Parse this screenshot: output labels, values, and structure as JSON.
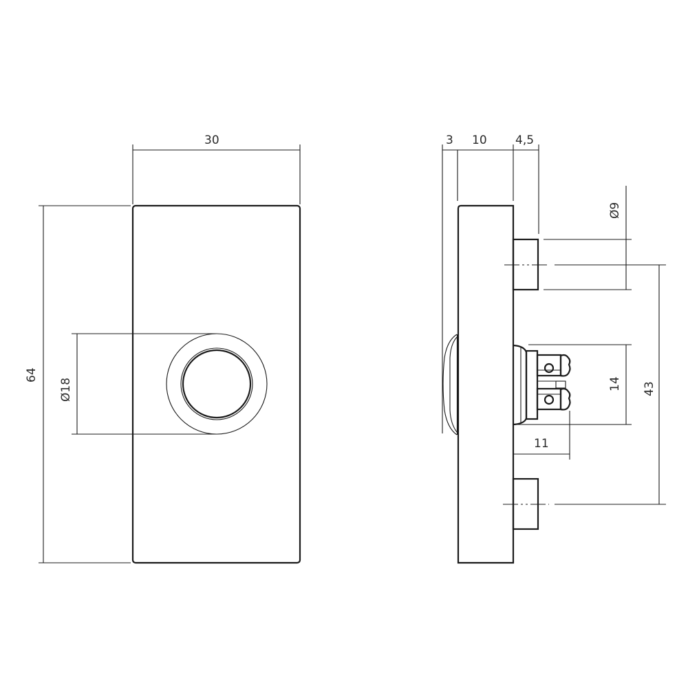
{
  "drawing": {
    "type": "technical-drawing",
    "subject": "doorbell push button plate",
    "units": "mm",
    "front_view": {
      "width_label": "30",
      "height_label": "64",
      "button_diameter_label": "Ø18"
    },
    "side_view": {
      "button_depth_label": "3",
      "plate_thickness_label": "10",
      "peg_length_label": "4,5",
      "peg_diameter_label": "Ø9",
      "terminal_height_label": "14",
      "peg_spacing_label": "43",
      "terminal_depth_label": "11"
    },
    "line_color": "#1a1a1a",
    "background": "#ffffff"
  }
}
